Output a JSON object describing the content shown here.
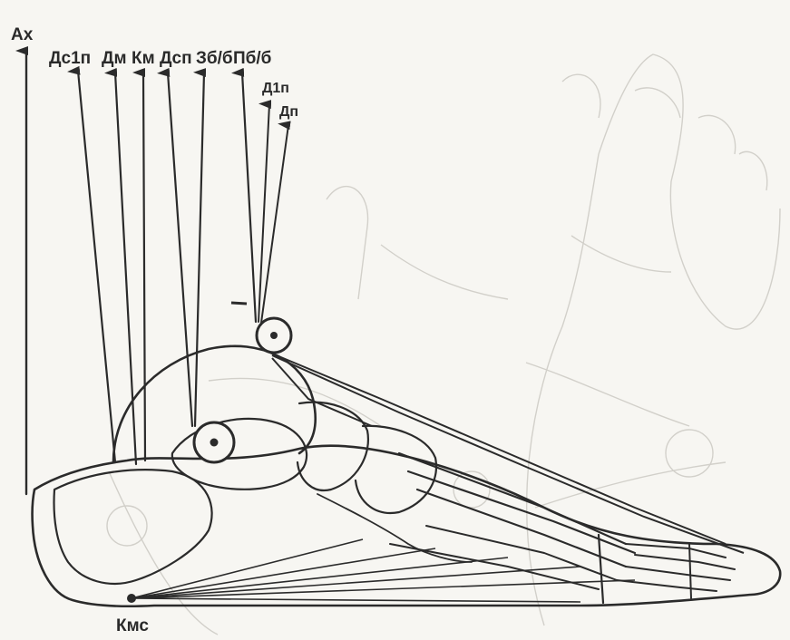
{
  "labels": {
    "ax": "Ax",
    "ds1p": "Дс1п",
    "dm": "Дм",
    "km": "Км",
    "dsp": "Дсп",
    "zbb": "Зб/б",
    "pbb": "Пб/б",
    "d1p": "Д1п",
    "dp": "Дп",
    "kms": "Кмс"
  },
  "colors": {
    "ink": "#2b2b2b",
    "paper": "#f7f6f2",
    "ghost": "#d2d0ca"
  }
}
